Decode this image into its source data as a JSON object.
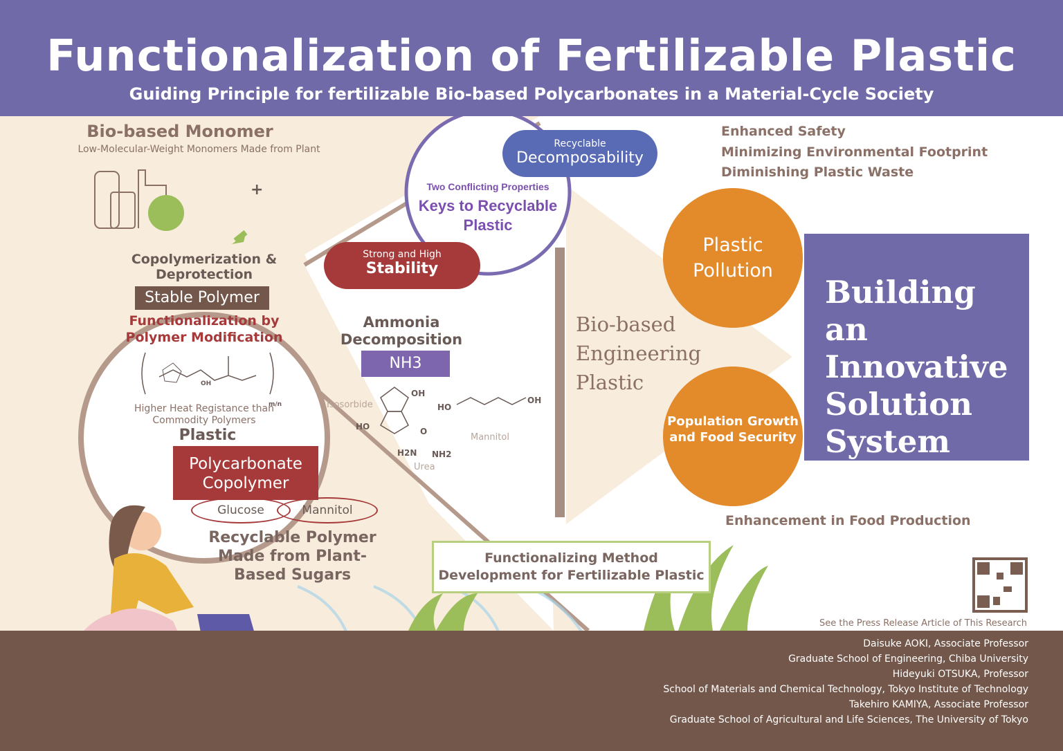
{
  "header": {
    "title": "Functionalization of Fertilizable Plastic",
    "subtitle": "Guiding Principle for fertilizable Bio-based Polycarbonates in a Material-Cycle Society"
  },
  "monomer": {
    "title": "Bio-based Monomer",
    "subtitle": "Low-Molecular-Weight Monomers Made from Plant",
    "plus": "+"
  },
  "circle": {
    "process": "Copolymerization & Deprotection",
    "stable": "Stable Polymer",
    "functional": "Functionalization by Polymer Modification",
    "heat": "Higher Heat Registance than Commodity Polymers",
    "ratio": "m/n",
    "plastic": "Plastic",
    "oh": "OH"
  },
  "copolymer": {
    "label": "Polycarbonate Copolymer",
    "glucose": "Glucose",
    "mannitol": "Mannitol",
    "recyclable": "Recyclable Polymer Made from Plant-Based Sugars"
  },
  "keys": {
    "small": "Two Conflicting Properties",
    "big": "Keys to Recyclable Plastic",
    "decomp_small": "Recyclable",
    "decomp_big": "Decomposability",
    "stab_small": "Strong and High",
    "stab_big": "Stability"
  },
  "ammonia": {
    "title": "Ammonia Decomposition",
    "nh3": "NH3",
    "isosorbide": "Isosorbide",
    "mannitol": "Mannitol",
    "urea": "Urea",
    "ho": "HO",
    "oh": "OH",
    "h2n": "H2N",
    "nh2": "NH2",
    "o": "O"
  },
  "bio_plastic": "Bio-based Engineering Plastic",
  "benefits": [
    "Enhanced Safety",
    "Minimizing Environmental Footprint",
    "Diminishing Plastic Waste"
  ],
  "pollution": "Plastic Pollution",
  "population": "Population Growth and Food Security",
  "solution": "Building an Innovative Solution System",
  "food": "Enhancement in Food Production",
  "method": "Functionalizing Method Development for Fertilizable Plastic",
  "press": "See the Press Release Article of This Research",
  "credits": [
    "Daisuke AOKI, Associate Professor",
    "Graduate School of Engineering, Chiba University",
    "Hideyuki OTSUKA, Professor",
    "School of Materials and Chemical Technology, Tokyo Institute of Technology",
    "Takehiro KAMIYA, Associate Professor",
    "Graduate School of Agricultural and Life Sciences, The University of Tokyo"
  ],
  "colors": {
    "purple": "#716aa8",
    "cream": "#f8ecdc",
    "brown": "#73574b",
    "red": "#a63a3a",
    "orange": "#e38a2b",
    "green": "#9bbd5a",
    "blue": "#5a6bb5"
  }
}
